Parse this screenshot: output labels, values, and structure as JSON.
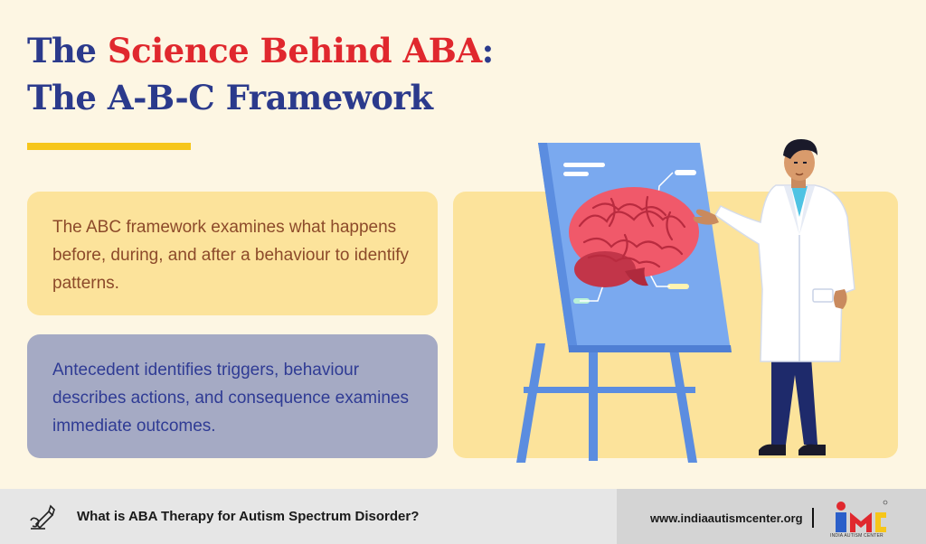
{
  "title": {
    "part1": "The ",
    "accent": "Science Behind ABA",
    "part2": ":",
    "line2": "The A-B-C Framework"
  },
  "cards": [
    {
      "text": "The ABC framework examines what happens before, during, and after a behaviour to identify patterns."
    },
    {
      "text": "Antecedent identifies triggers, behaviour describes actions, and consequence examines immediate outcomes."
    }
  ],
  "footer": {
    "article_title": "What is ABA Therapy for Autism Spectrum Disorder?",
    "url": "www.indiaautismcenter.org",
    "logo_caption": "INDIA AUTISM CENTER"
  },
  "colors": {
    "title_blue": "#2b3a8c",
    "title_red": "#e0282e",
    "accent_yellow": "#f6c61b",
    "card_yellow": "#fce39b",
    "card_lavender": "#a5aac4"
  }
}
